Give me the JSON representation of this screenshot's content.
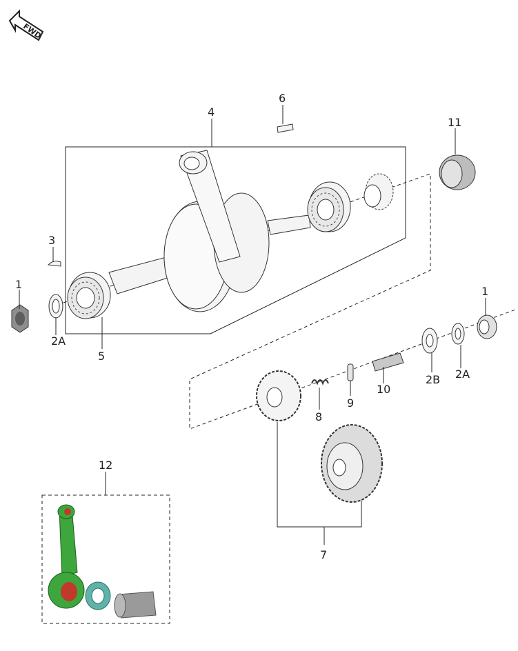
{
  "direction_arrow": "FWD",
  "callouts": {
    "c1_left": "1",
    "c2a_left": "2A",
    "c3": "3",
    "c4": "4",
    "c5": "5",
    "c6": "6",
    "c11": "11",
    "c1_right": "1",
    "c2a_right": "2A",
    "c2b": "2B",
    "c10": "10",
    "c9": "9",
    "c8": "8",
    "c7": "7",
    "c12": "12"
  },
  "colors": {
    "line": "#222222",
    "part_fill": "#f4f4f4",
    "metal": "#9a9a9a",
    "rod_green": "#3da63d",
    "rod_red": "#c0392b",
    "bearing_teal": "#5fb3a8"
  }
}
